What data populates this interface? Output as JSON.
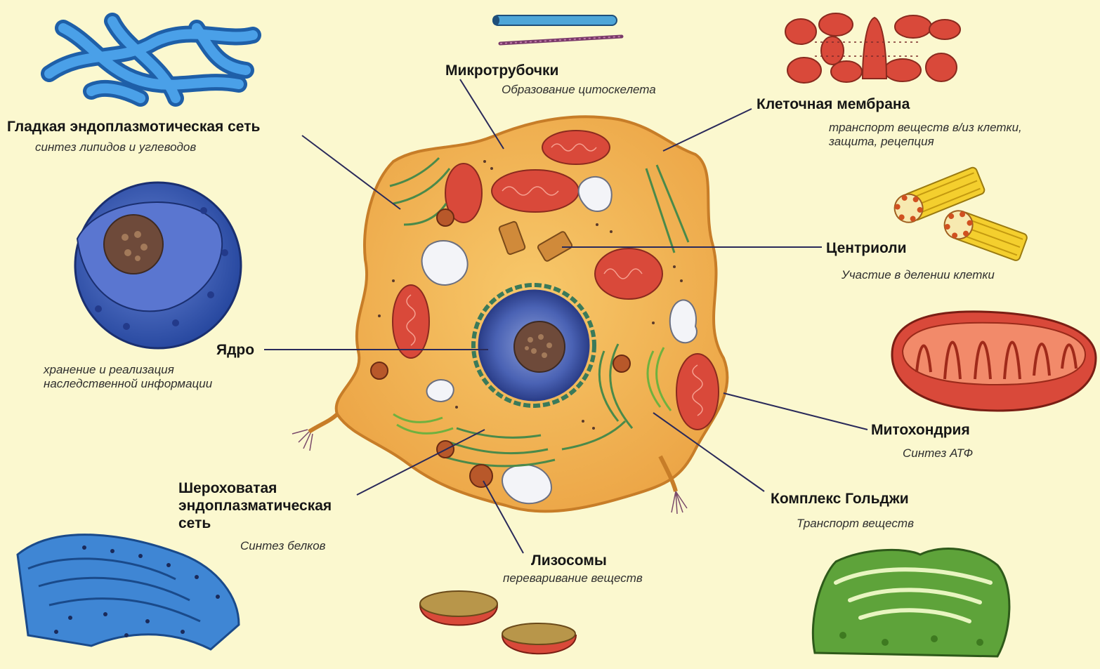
{
  "colors": {
    "background": "#fbf8cf",
    "cytoplasm": "#f0b552",
    "cell_outline": "#c77d28",
    "nucleus": "#3a56a8",
    "nucleolus": "#6e4a3a",
    "mitochondria": "#d9493a",
    "er": "#2f8fd0",
    "golgi": "#6fb13f",
    "leader_line": "#2a2a5a"
  },
  "organelles": {
    "smooth_er": {
      "title": "Гладкая эндоплазмотическая сеть",
      "desc": "синтез липидов и углеводов",
      "icon": "smooth-er-icon"
    },
    "microtubules": {
      "title": "Микротрубочки",
      "desc": "Образование цитоскелета",
      "icon": "microtubule-icon"
    },
    "membrane": {
      "title": "Клеточная мембрана",
      "desc": "транспорт веществ в/из клетки,\nзащита, рецепция",
      "icon": "membrane-icon"
    },
    "centrioles": {
      "title": "Центриоли",
      "desc": "Участие в делении клетки",
      "icon": "centriole-icon"
    },
    "nucleus": {
      "title": "Ядро",
      "desc": "хранение и реализация\nнаследственной информации",
      "icon": "nucleus-icon"
    },
    "mitochondria": {
      "title": "Митохондрия",
      "desc": "Синтез АТФ",
      "icon": "mitochondrion-icon"
    },
    "rough_er": {
      "title": "Шероховатая\nэндоплазматическая\nсеть",
      "desc": "Синтез белков",
      "icon": "rough-er-icon"
    },
    "golgi": {
      "title": "Комплекс Гольджи",
      "desc": "Транспорт веществ",
      "icon": "golgi-icon"
    },
    "lysosomes": {
      "title": "Лизосомы",
      "desc": "переваривание веществ",
      "icon": "lysosome-icon"
    }
  }
}
